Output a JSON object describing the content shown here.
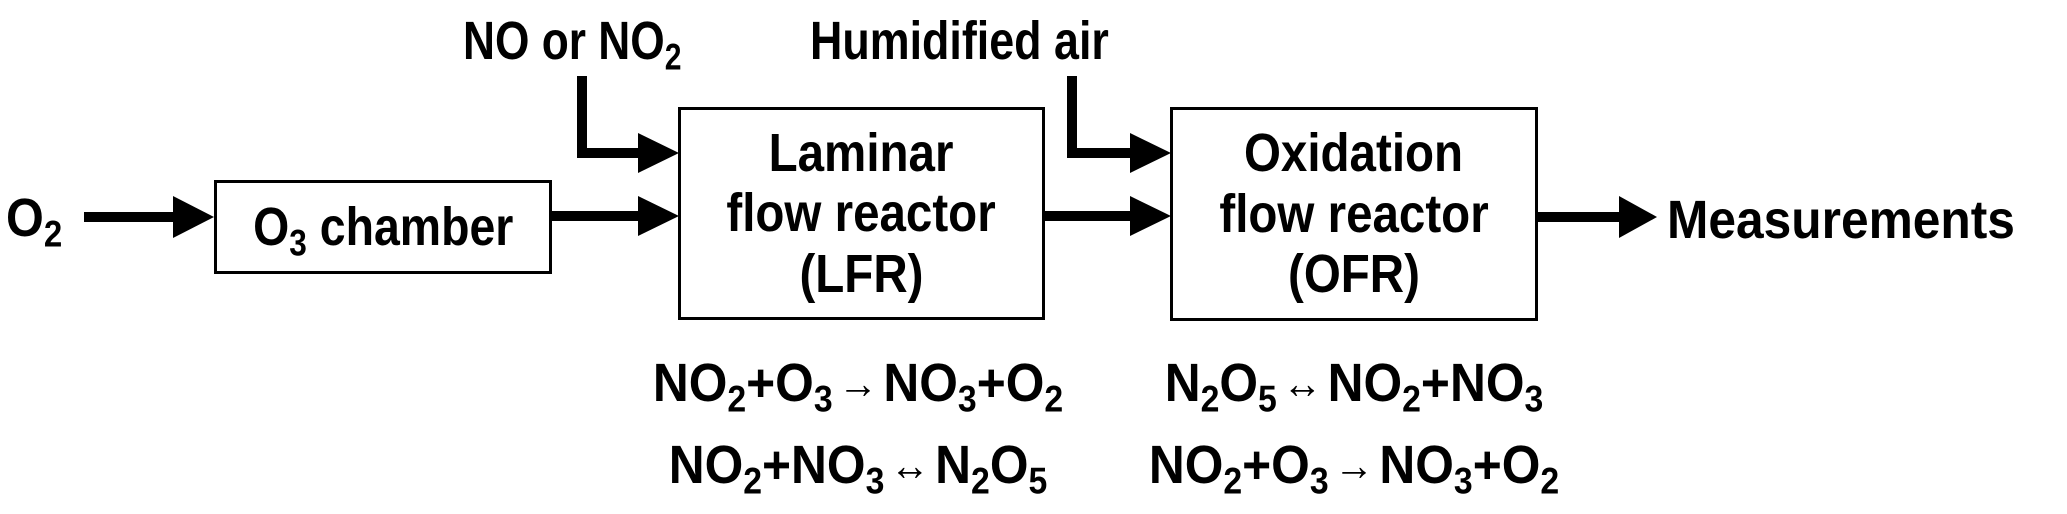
{
  "diagram": {
    "inputs": {
      "o2": {
        "base": "O",
        "sub": "2"
      },
      "no_source": {
        "text": "NO or NO",
        "sub": "2"
      },
      "humidified_air": "Humidified air"
    },
    "boxes": {
      "o3_chamber": {
        "base": "O",
        "sub": "3",
        "rest": " chamber"
      },
      "lfr": {
        "lines": [
          "Laminar",
          "flow reactor",
          "(LFR)"
        ]
      },
      "ofr": {
        "lines": [
          "Oxidation",
          "flow reactor",
          "(OFR)"
        ]
      }
    },
    "output": "Measurements",
    "reactions": {
      "lfr": [
        {
          "left": [
            [
              "NO",
              "2"
            ],
            [
              "+O",
              "3"
            ]
          ],
          "arrow": "→",
          "right": [
            [
              "NO",
              "3"
            ],
            [
              "+O",
              "2"
            ]
          ]
        },
        {
          "left": [
            [
              "NO",
              "2"
            ],
            [
              "+NO",
              "3"
            ]
          ],
          "arrow": "↔",
          "right": [
            [
              "N",
              "2"
            ],
            [
              "O",
              "5"
            ]
          ]
        }
      ],
      "ofr": [
        {
          "left": [
            [
              "N",
              "2"
            ],
            [
              "O",
              "5"
            ]
          ],
          "arrow": "↔",
          "right": [
            [
              "NO",
              "2"
            ],
            [
              "+NO",
              "3"
            ]
          ]
        },
        {
          "left": [
            [
              "NO",
              "2"
            ],
            [
              "+O",
              "3"
            ]
          ],
          "arrow": "→",
          "right": [
            [
              "NO",
              "3"
            ],
            [
              "+O",
              "2"
            ]
          ]
        }
      ]
    },
    "colors": {
      "stroke": "#000000",
      "background": "#ffffff"
    }
  }
}
